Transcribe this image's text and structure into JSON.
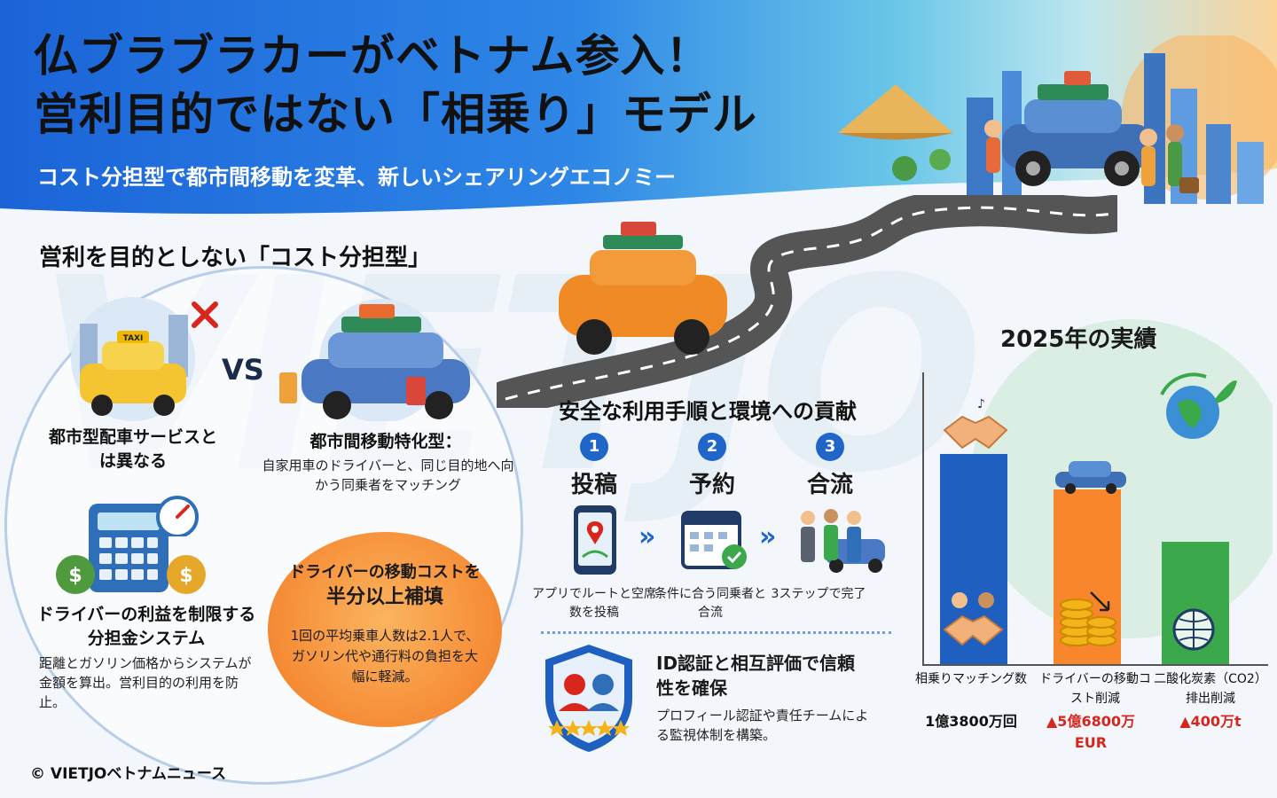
{
  "header": {
    "title_line1": "仏ブラブラカーがベトナム参入！",
    "title_line2": "営利目的ではない「相乗り」モデル",
    "subtitle": "コスト分担型で都市間移動を変革、新しいシェアリングエコノミー"
  },
  "watermark": "VIETJO",
  "cost_section": {
    "heading": "営利を目的としない「コスト分担型」",
    "taxi_label": "都市型配車サービスとは異なる",
    "taxi_sign": "TAXI",
    "vs": "VS",
    "intercity_label": "都市間移動特化型：",
    "intercity_desc": "自家用車のドライバーと、同じ目的地へ向かう同乗者をマッチング",
    "limit_label": "ドライバーの利益を制限する分担金システム",
    "limit_desc": "距離とガソリン価格からシステムが金額を算出。営利目的の利用を防止。",
    "orange_title_1": "ドライバーの移動コストを",
    "orange_title_2": "半分以上補填",
    "orange_desc": "1回の平均乗車人数は2.1人で、ガソリン代や通行料の負担を大幅に軽減。"
  },
  "safety_section": {
    "heading": "安全な利用手順と環境への貢献",
    "steps": [
      {
        "num": "1",
        "title": "投稿",
        "desc": "アプリでルートと空席数を投稿"
      },
      {
        "num": "2",
        "title": "予約",
        "desc": "条件に合う同乗者と合流"
      },
      {
        "num": "3",
        "title": "合流",
        "desc": "3ステップで完了"
      }
    ],
    "id_title": "ID認証と相互評価で信頼性を確保",
    "id_desc": "プロフィール認証や責任チームによる監視体制を構築。"
  },
  "results": {
    "heading": "2025年の実績",
    "items": [
      {
        "label": "相乗りマッチング数",
        "value": "1億3800万回",
        "color": "#1f5fbf",
        "level": 0.72
      },
      {
        "label": "ドライバーの移動コスト削減",
        "value": "▲5億6800万EUR",
        "color": "#f7862c",
        "level": 0.6
      },
      {
        "label": "二酸化炭素（CO2）排出削減",
        "value": "▲400万t",
        "color": "#3aa84b",
        "level": 0.42
      }
    ],
    "value_colors": [
      "#111111",
      "#d8261c",
      "#d8261c"
    ]
  },
  "copyright": "© VIETJOベトナムニュース",
  "icons": [
    "cancel-x-icon",
    "calculator-icon",
    "money-bag-icon",
    "gauge-icon",
    "map-pin-phone-icon",
    "calendar-check-icon",
    "people-meet-icon",
    "shield-rating-icon",
    "handshake-icon",
    "car-icon",
    "coins-icon",
    "globe-leaf-icon"
  ]
}
